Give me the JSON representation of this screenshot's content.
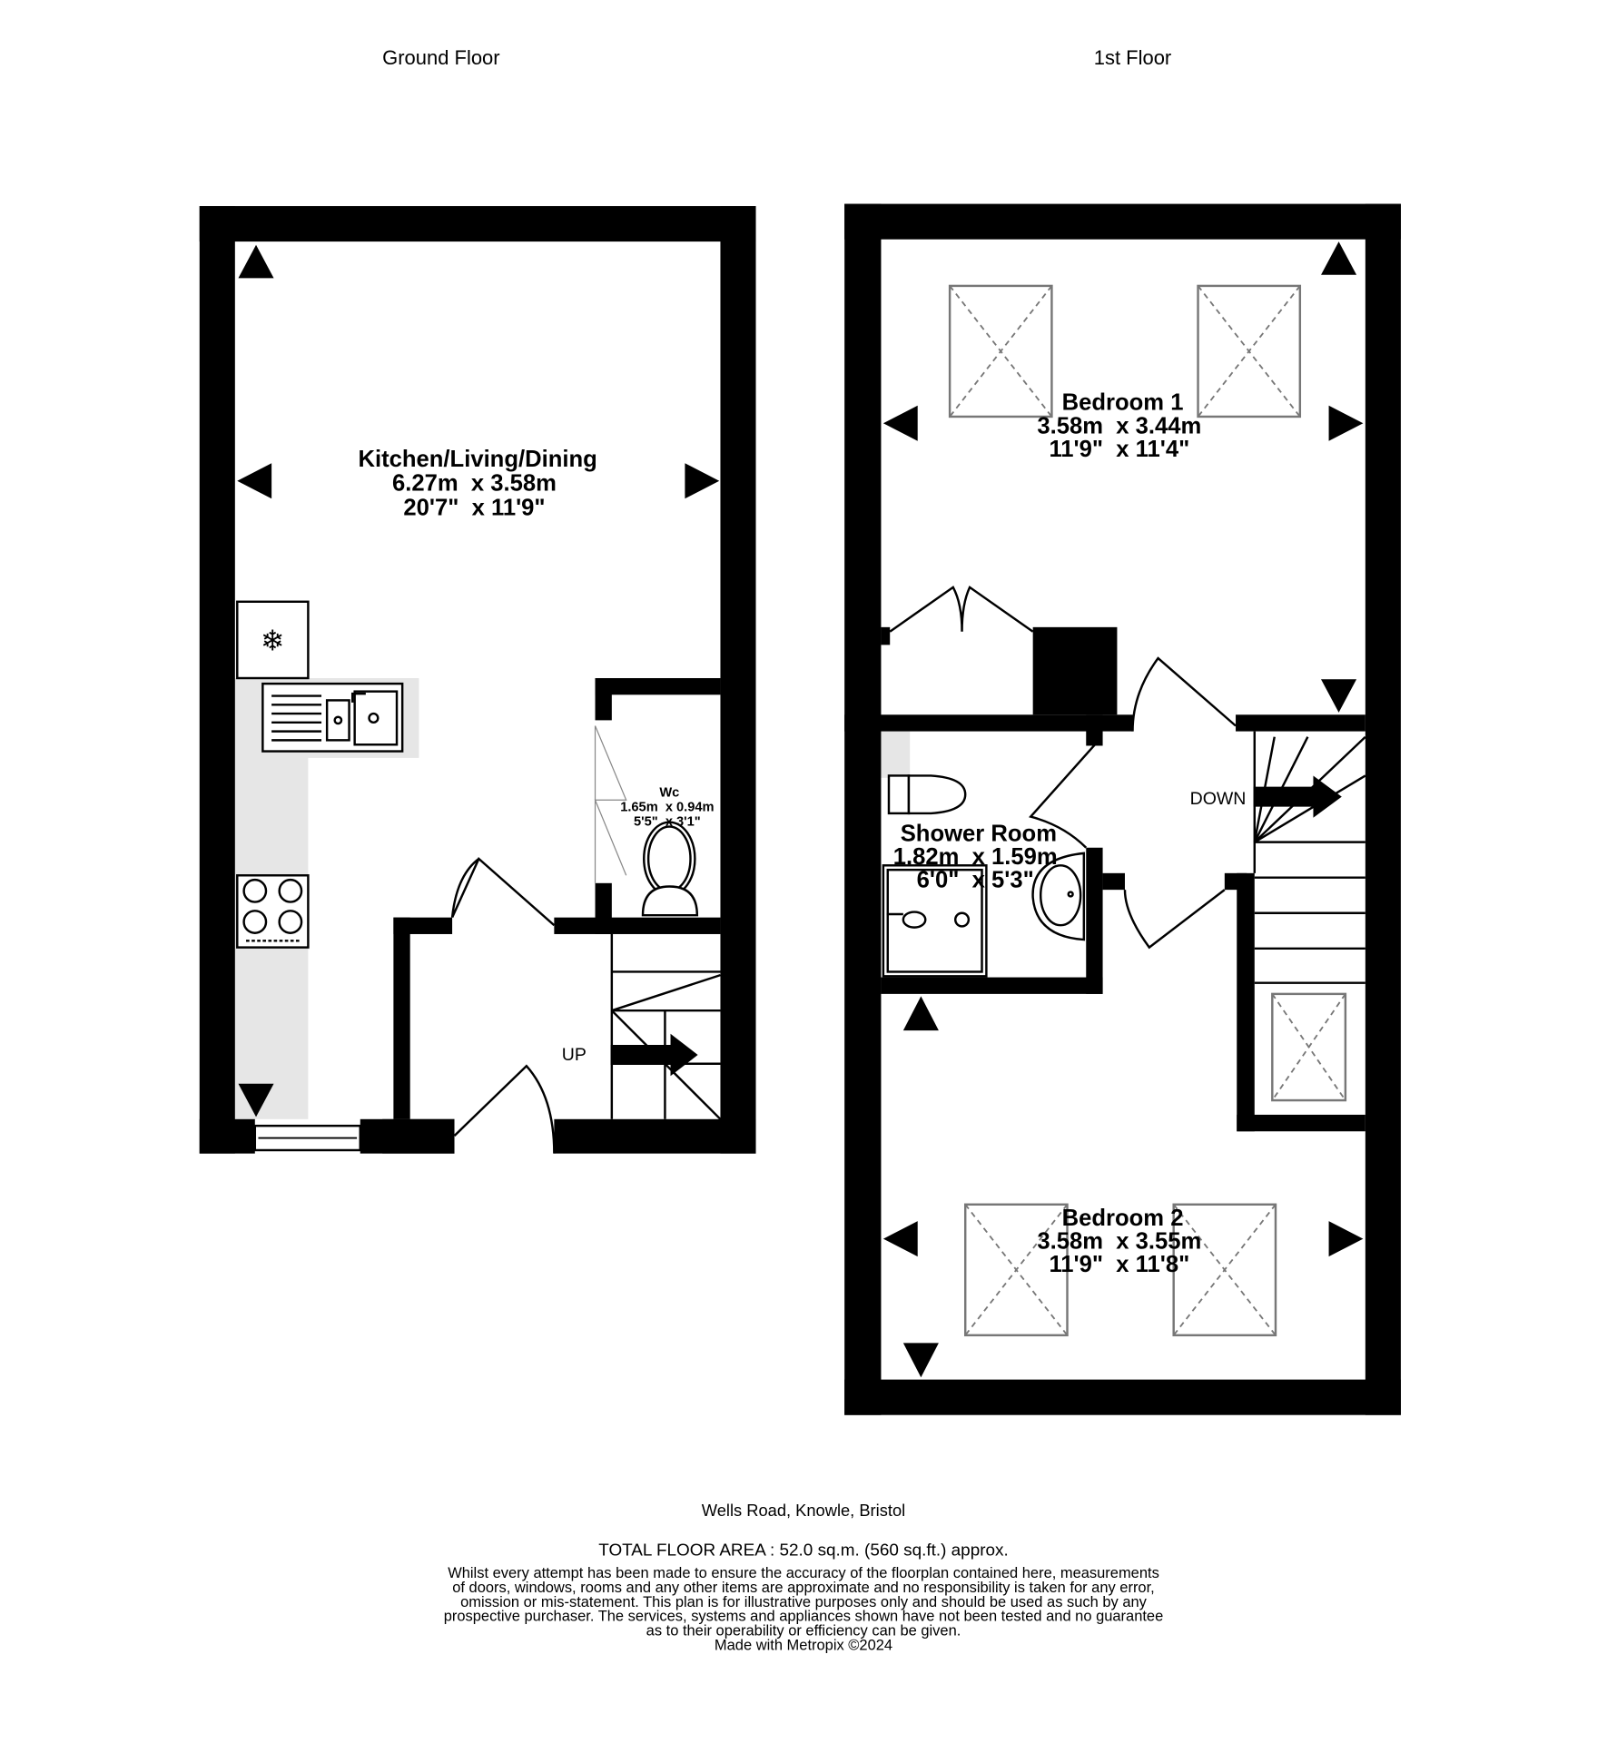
{
  "floors": [
    {
      "title": "Ground Floor",
      "rooms": [
        {
          "name": "Kitchen/Living/Dining",
          "metric": "6.27m  x 3.58m",
          "imperial": "20'7\"  x 11'9\""
        },
        {
          "name": "Wc",
          "metric": "1.65m  x 0.94m",
          "imperial": "5'5\"  x 3'1\""
        }
      ],
      "stairs_label": "UP"
    },
    {
      "title": "1st Floor",
      "rooms": [
        {
          "name": "Bedroom 1",
          "metric": "3.58m  x 3.44m",
          "imperial": "11'9\"  x 11'4\""
        },
        {
          "name": "Shower Room",
          "metric": "1.82m  x 1.59m",
          "imperial": "6'0\"  x 5'3\""
        },
        {
          "name": "Bedroom 2",
          "metric": "3.58m  x 3.55m",
          "imperial": "11'9\"  x 11'8\""
        }
      ],
      "stairs_label": "DOWN"
    }
  ],
  "footer": {
    "address": "Wells Road, Knowle, Bristol",
    "total_area": "TOTAL FLOOR AREA : 52.0 sq.m. (560 sq.ft.) approx.",
    "disclaimer": [
      "Whilst every attempt has been made to ensure the accuracy of the floorplan contained here, measurements",
      "of doors, windows, rooms and any other items are approximate and no responsibility is taken for any error,",
      "omission or mis-statement. This plan is for illustrative purposes only and should be used as such by any",
      "prospective purchaser. The services, systems and appliances shown have not been tested and no guarantee",
      "as to their operability or efficiency can be given."
    ],
    "credit": "Made with Metropix ©2024"
  },
  "colors": {
    "wall": "#000000",
    "fixture_shading": "#e6e6e6",
    "skylight": "#777777"
  }
}
